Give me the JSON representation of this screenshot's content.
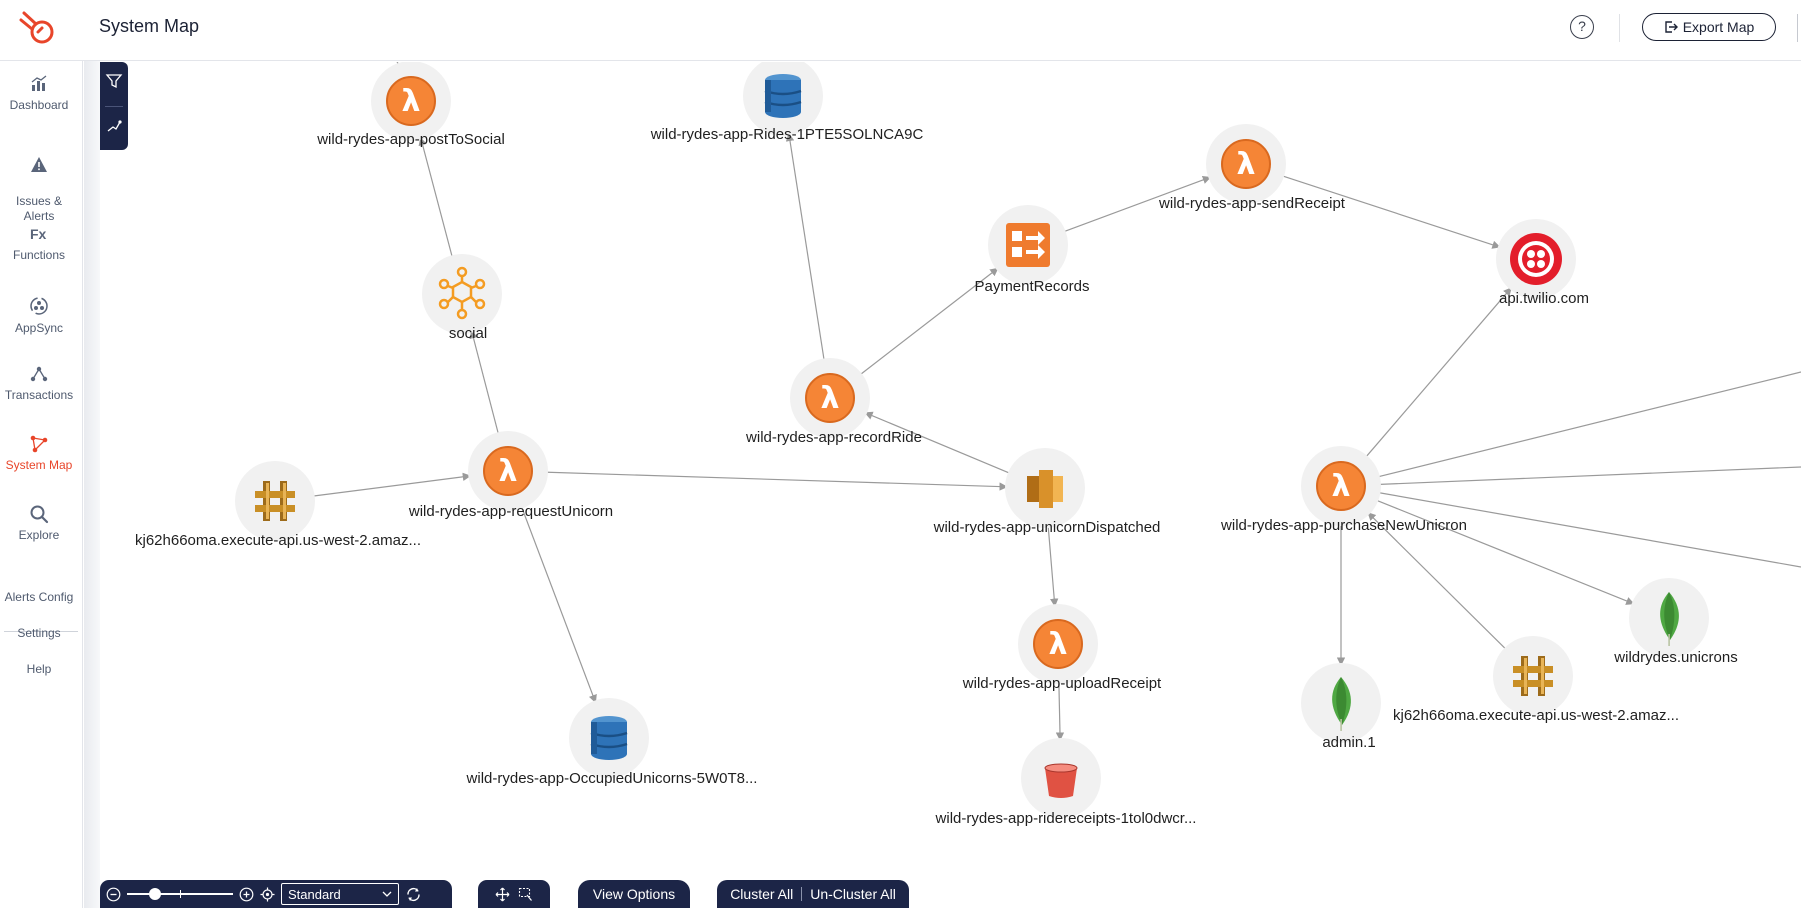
{
  "header": {
    "title": "System Map",
    "help_label": "?",
    "export_label": "Export Map"
  },
  "sidebar": {
    "items": [
      {
        "label": "Dashboard",
        "icon": "dashboard-icon"
      },
      {
        "label": "Issues &\nAlerts",
        "icon": "warning-icon"
      },
      {
        "label": "Functions",
        "icon": "function-icon"
      },
      {
        "label": "AppSync",
        "icon": "appsync-icon"
      },
      {
        "label": "Transactions",
        "icon": "transactions-icon"
      },
      {
        "label": "System Map",
        "icon": "system-map-icon",
        "active": true
      },
      {
        "label": "Explore",
        "icon": "search-icon"
      }
    ],
    "links": [
      {
        "label": "Alerts Config"
      },
      {
        "label": "Settings"
      },
      {
        "label": "Help"
      }
    ]
  },
  "map": {
    "nodes": [
      {
        "id": "postToSocial",
        "type": "lambda",
        "label": "wild-rydes-app-postToSocial"
      },
      {
        "id": "rides",
        "type": "dynamodb",
        "label": "wild-rydes-app-Rides-1PTE5SOLNCA9C"
      },
      {
        "id": "sendReceipt",
        "type": "lambda",
        "label": "wild-rydes-app-sendReceipt"
      },
      {
        "id": "paymentRecords",
        "type": "kinesis",
        "label": "PaymentRecords"
      },
      {
        "id": "twilio",
        "type": "twilio",
        "label": "api.twilio.com"
      },
      {
        "id": "social",
        "type": "eventbridge",
        "label": "social"
      },
      {
        "id": "recordRide",
        "type": "lambda",
        "label": "wild-rydes-app-recordRide"
      },
      {
        "id": "apiGw1",
        "type": "apigateway",
        "label": "kj62h66oma.execute-api.us-west-2.amaz..."
      },
      {
        "id": "requestUnicorn",
        "type": "lambda",
        "label": "wild-rydes-app-requestUnicorn"
      },
      {
        "id": "unicornDispatched",
        "type": "sns",
        "label": "wild-rydes-app-unicornDispatched"
      },
      {
        "id": "purchaseNewUnicron",
        "type": "lambda",
        "label": "wild-rydes-app-purchaseNewUnicron"
      },
      {
        "id": "wildrydesUnicrons",
        "type": "mongodb",
        "label": "wildrydes.unicrons"
      },
      {
        "id": "uploadReceipt",
        "type": "lambda",
        "label": "wild-rydes-app-uploadReceipt"
      },
      {
        "id": "occupiedUnicorns",
        "type": "dynamodb",
        "label": "wild-rydes-app-OccupiedUnicorns-5W0T8..."
      },
      {
        "id": "admin1",
        "type": "mongodb",
        "label": "admin.1"
      },
      {
        "id": "apiGw2",
        "type": "apigateway",
        "label": "kj62h66oma.execute-api.us-west-2.amaz..."
      },
      {
        "id": "ridereceipts",
        "type": "s3",
        "label": "wild-rydes-app-ridereceipts-1tol0dwcr..."
      }
    ],
    "edges": [
      [
        "social",
        "postToSocial"
      ],
      [
        "requestUnicorn",
        "social"
      ],
      [
        "apiGw1",
        "requestUnicorn"
      ],
      [
        "requestUnicorn",
        "unicornDispatched"
      ],
      [
        "requestUnicorn",
        "occupiedUnicorns"
      ],
      [
        "recordRide",
        "rides"
      ],
      [
        "recordRide",
        "paymentRecords"
      ],
      [
        "paymentRecords",
        "sendReceipt"
      ],
      [
        "sendReceipt",
        "twilio"
      ],
      [
        "unicornDispatched",
        "recordRide"
      ],
      [
        "unicornDispatched",
        "uploadReceipt"
      ],
      [
        "uploadReceipt",
        "ridereceipts"
      ],
      [
        "purchaseNewUnicron",
        "twilio"
      ],
      [
        "purchaseNewUnicron",
        "wildrydesUnicrons"
      ],
      [
        "purchaseNewUnicron",
        "admin1"
      ],
      [
        "apiGw2",
        "purchaseNewUnicron"
      ]
    ],
    "colors": {
      "lambda": "#f58536",
      "dynamodb": "#2e73b8",
      "apigateway": "#c98f26",
      "sns": "#d9912a",
      "kinesis": "#ef7b2e",
      "eventbridge": "#f49c22",
      "mongodb": "#4fa843",
      "s3": "#e05243",
      "twilio": "#e31e2b",
      "edge": "#9a9a9a"
    }
  },
  "toolbar": {
    "mode": "Standard",
    "zoom_level": 0.28,
    "view_options": "View Options",
    "cluster_all": "Cluster All",
    "uncluster_all": "Un-Cluster All"
  }
}
